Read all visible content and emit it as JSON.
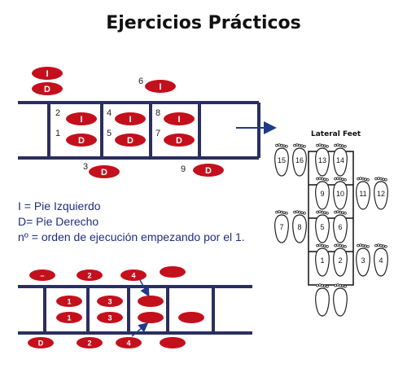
{
  "title": "Ejercicios Prácticos",
  "legend": {
    "line1": "I = Pie Izquierdo",
    "line2": "D= Pie Derecho",
    "line3": "nº = orden de ejecución empezando por el 1."
  },
  "colors": {
    "ladder": "#2b2f5e",
    "foot": "#c4101c",
    "arrow": "#1f3a8a"
  },
  "top_ladder": {
    "feet": [
      {
        "label": "I",
        "order": ""
      },
      {
        "label": "D",
        "order": ""
      },
      {
        "label": "I",
        "order": "6"
      },
      {
        "label": "I",
        "order": "2"
      },
      {
        "label": "D",
        "order": "1"
      },
      {
        "label": "I",
        "order": "4"
      },
      {
        "label": "D",
        "order": "5"
      },
      {
        "label": "I",
        "order": "8"
      },
      {
        "label": "D",
        "order": "7"
      },
      {
        "label": "D",
        "order": "3"
      },
      {
        "label": "D",
        "order": "9"
      }
    ]
  },
  "bottom_ladder": {
    "feet": [
      {
        "label": "–"
      },
      {
        "label": "2"
      },
      {
        "label": "4"
      },
      {
        "label": ""
      },
      {
        "label": "1"
      },
      {
        "label": "3"
      },
      {
        "label": ""
      },
      {
        "label": "1"
      },
      {
        "label": "3"
      },
      {
        "label": ""
      },
      {
        "label": ""
      },
      {
        "label": "D"
      },
      {
        "label": "2"
      },
      {
        "label": "4"
      },
      {
        "label": ""
      }
    ]
  },
  "lateral_feet": {
    "title": "Lateral Feet",
    "numbers": [
      "15",
      "16",
      "13",
      "14",
      "9",
      "10",
      "11",
      "12",
      "7",
      "8",
      "5",
      "6",
      "1",
      "2",
      "3",
      "4"
    ]
  }
}
